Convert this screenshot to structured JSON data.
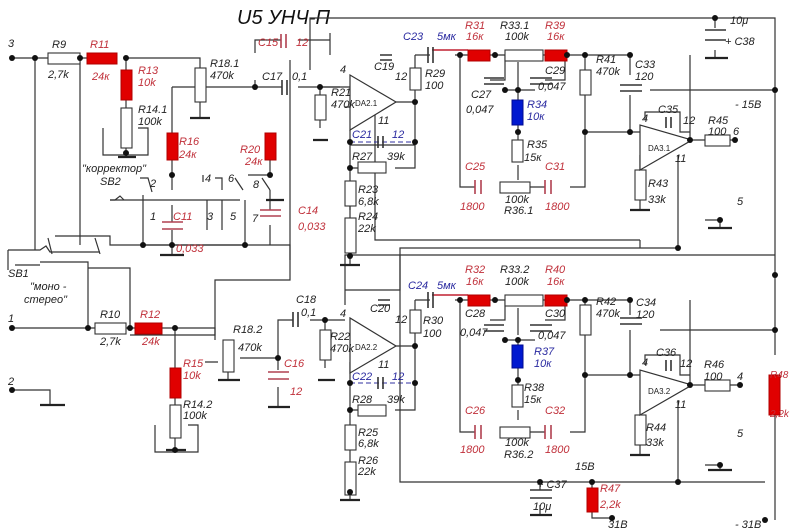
{
  "title": "U5 УНЧ-П",
  "terminals": {
    "t3": "3",
    "t1": "1",
    "t2": "2",
    "t6": "6",
    "t5a": "5",
    "t4": "4",
    "t5b": "5"
  },
  "supply": {
    "neg15": "- 15В",
    "pos15": "15В",
    "v31": "31В",
    "neg31": "- 31В"
  },
  "switches": {
    "sb1": "SB1",
    "sb1_label_1": "\"моно -",
    "sb1_label_2": "стерео\"",
    "sb2": "SB2",
    "sb2_label": "\"корректор\"",
    "pins": [
      "1",
      "2",
      "3",
      "4",
      "5",
      "6",
      "7",
      "8"
    ]
  },
  "opamps": {
    "da21": "DA2.1",
    "da22": "DA2.2",
    "da31": "DA3.1",
    "da32": "DA3.2",
    "pin4": "4",
    "pin11": "11"
  },
  "components": {
    "R9": {
      "ref": "R9",
      "val": "2,7k"
    },
    "R10": {
      "ref": "R10",
      "val": "2,7k"
    },
    "R11": {
      "ref": "R11",
      "val": "24к"
    },
    "R12": {
      "ref": "R12",
      "val": "24k"
    },
    "R13": {
      "ref": "R13",
      "val": "10k"
    },
    "R15": {
      "ref": "R15",
      "val": "10k"
    },
    "R14_1": {
      "ref": "R14.1",
      "val": "100k"
    },
    "R14_2": {
      "ref": "R14.2",
      "val": "100k"
    },
    "R16": {
      "ref": "R16",
      "val": "24к"
    },
    "R20": {
      "ref": "R20",
      "val": "24к"
    },
    "R18_1": {
      "ref": "R18.1",
      "val": "470k"
    },
    "R18_2": {
      "ref": "R18.2",
      "val": "470k"
    },
    "C15": {
      "ref": "C15",
      "val": "12"
    },
    "C16": {
      "ref": "C16",
      "val": "12"
    },
    "C17": {
      "ref": "C17",
      "val": "0,1"
    },
    "C18": {
      "ref": "C18",
      "val": "0,1"
    },
    "C11": {
      "ref": "C11",
      "val": "0,033"
    },
    "C14": {
      "ref": "C14",
      "val": "0,033"
    },
    "R21": {
      "ref": "R21",
      "val": "470k"
    },
    "R22": {
      "ref": "R22",
      "val": "470k"
    },
    "C19": {
      "ref": "C19",
      "val": "12"
    },
    "C20": {
      "ref": "C20",
      "val": "12"
    },
    "C21": {
      "ref": "C21",
      "val": "12"
    },
    "C22": {
      "ref": "C22",
      "val": "12"
    },
    "R27": {
      "ref": "R27",
      "val": "39k"
    },
    "R28": {
      "ref": "R28",
      "val": "39k"
    },
    "R23": {
      "ref": "R23",
      "val": "6,8k"
    },
    "R25": {
      "ref": "R25",
      "val": "6,8k"
    },
    "R24": {
      "ref": "R24",
      "val": "22k"
    },
    "R26": {
      "ref": "R26",
      "val": "22k"
    },
    "R29": {
      "ref": "R29",
      "val": "100"
    },
    "R30": {
      "ref": "R30",
      "val": "100"
    },
    "C23": {
      "ref": "C23",
      "val": "5мк"
    },
    "C24": {
      "ref": "C24",
      "val": "5мк"
    },
    "R31": {
      "ref": "R31",
      "val": "16к"
    },
    "R32": {
      "ref": "R32",
      "val": "16к"
    },
    "R33_1": {
      "ref": "R33.1",
      "val": "100k"
    },
    "R33_2": {
      "ref": "R33.2",
      "val": "100k"
    },
    "R39": {
      "ref": "R39",
      "val": "16к"
    },
    "R40": {
      "ref": "R40",
      "val": "16к"
    },
    "C27": {
      "ref": "C27",
      "val": "0,047"
    },
    "C28": {
      "ref": "C28",
      "val": "0,047"
    },
    "C29": {
      "ref": "C29",
      "val": "0,047"
    },
    "C30": {
      "ref": "C30",
      "val": "0,047"
    },
    "R34": {
      "ref": "R34",
      "val": "10к"
    },
    "R37": {
      "ref": "R37",
      "val": "10к"
    },
    "R35": {
      "ref": "R35",
      "val": "15к"
    },
    "R38": {
      "ref": "R38",
      "val": "15к"
    },
    "C25": {
      "ref": "C25",
      "val": "1800"
    },
    "C26": {
      "ref": "C26",
      "val": "1800"
    },
    "C31": {
      "ref": "C31",
      "val": "1800"
    },
    "C32": {
      "ref": "C32",
      "val": "1800"
    },
    "R36_1": {
      "ref": "R36.1",
      "val": "100k"
    },
    "R36_2": {
      "ref": "R36.2",
      "val": "100k"
    },
    "R41": {
      "ref": "R41",
      "val": "470k"
    },
    "R42": {
      "ref": "R42",
      "val": "470k"
    },
    "C33": {
      "ref": "C33",
      "val": "120"
    },
    "C34": {
      "ref": "C34",
      "val": "120"
    },
    "C35": {
      "ref": "C35",
      "val": "12"
    },
    "C36": {
      "ref": "C36",
      "val": "12"
    },
    "R43": {
      "ref": "R43",
      "val": "33k"
    },
    "R44": {
      "ref": "R44",
      "val": "33k"
    },
    "R45": {
      "ref": "R45",
      "val": "100"
    },
    "R46": {
      "ref": "R46",
      "val": "100"
    },
    "C37": {
      "ref": "+ C37",
      "val": "10μ"
    },
    "C38": {
      "ref": "+ C38",
      "val": "10μ"
    },
    "R47": {
      "ref": "R47",
      "val": "2,2k"
    },
    "R48": {
      "ref": "R48",
      "val": "2,2k"
    }
  }
}
